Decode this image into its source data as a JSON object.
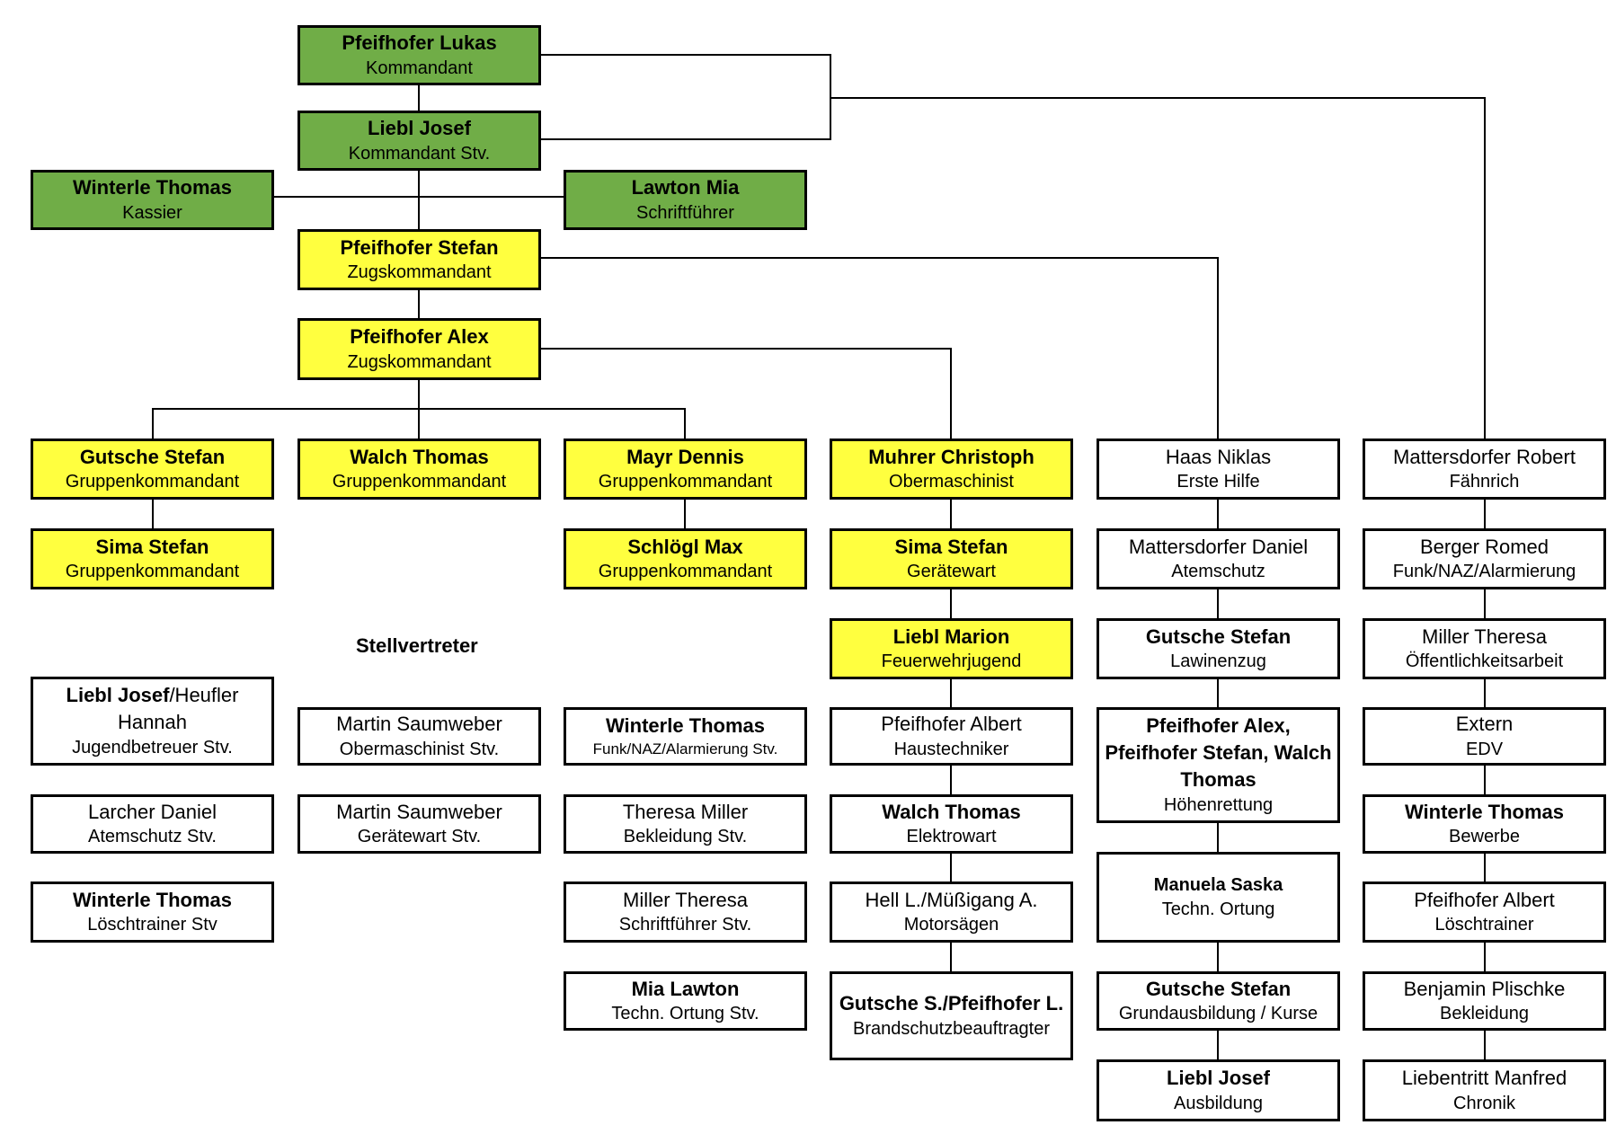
{
  "heading": "Stellvertreter",
  "nodes": {
    "kommandant": {
      "name": "Pfeifhofer Lukas",
      "role": "Kommandant"
    },
    "kommandant_stv": {
      "name": "Liebl Josef",
      "role": "Kommandant Stv."
    },
    "kassier": {
      "name": "Winterle Thomas",
      "role": "Kassier"
    },
    "schriftfuehrer": {
      "name": "Lawton Mia",
      "role": "Schriftführer"
    },
    "zug1": {
      "name": "Pfeifhofer Stefan",
      "role": "Zugskommandant"
    },
    "zug2": {
      "name": "Pfeifhofer Alex",
      "role": "Zugskommandant"
    },
    "gk1": {
      "name": "Gutsche Stefan",
      "role": "Gruppenkommandant"
    },
    "gk2": {
      "name": "Walch Thomas",
      "role": "Gruppenkommandant"
    },
    "gk3": {
      "name": "Mayr Dennis",
      "role": "Gruppenkommandant"
    },
    "gk4": {
      "name": "Sima Stefan",
      "role": "Gruppenkommandant"
    },
    "gk5": {
      "name": "Schlögl Max",
      "role": "Gruppenkommandant"
    },
    "obermaschinist": {
      "name": "Muhrer Christoph",
      "role": "Obermaschinist"
    },
    "geraetewart": {
      "name": "Sima Stefan",
      "role": "Gerätewart"
    },
    "feuerwehrjugend": {
      "name": "Liebl Marion",
      "role": "Feuerwehrjugend"
    },
    "haustechniker": {
      "name": "Pfeifhofer Albert",
      "role": "Haustechniker"
    },
    "elektrowart": {
      "name": "Walch Thomas",
      "role": "Elektrowart"
    },
    "motorsaegen": {
      "name": "Hell L./Müßigang A.",
      "role": "Motorsägen"
    },
    "brandschutz": {
      "name": "Gutsche S./Pfeifhofer L.",
      "role": "Brandschutzbeauftragter"
    },
    "erstehilfe": {
      "name": "Haas Niklas",
      "role": "Erste Hilfe"
    },
    "atemschutz": {
      "name": "Mattersdorfer Daniel",
      "role": "Atemschutz"
    },
    "lawinenzug": {
      "name": "Gutsche Stefan",
      "role": "Lawinenzug"
    },
    "hoehenrettung": {
      "name": "Pfeifhofer Alex, Pfeifhofer Stefan, Walch Thomas",
      "role": "Höhenrettung"
    },
    "ortung": {
      "name": "Manuela Saska",
      "role": "Techn. Ortung"
    },
    "grundausbildung": {
      "name": "Gutsche Stefan",
      "role": "Grundausbildung / Kurse"
    },
    "ausbildung": {
      "name": "Liebl Josef",
      "role": "Ausbildung"
    },
    "faehnrich": {
      "name": "Mattersdorfer Robert",
      "role": "Fähnrich"
    },
    "funk": {
      "name": "Berger Romed",
      "role": "Funk/NAZ/Alarmierung"
    },
    "oeffentlichkeit": {
      "name": "Miller Theresa",
      "role": "Öffentlichkeitsarbeit"
    },
    "edv": {
      "name": "Extern",
      "role": "EDV"
    },
    "bewerbe": {
      "name": "Winterle Thomas",
      "role": "Bewerbe"
    },
    "loeschtrainer": {
      "name": "Pfeifhofer Albert",
      "role": "Löschtrainer"
    },
    "bekleidung": {
      "name": "Benjamin Plischke",
      "role": "Bekleidung"
    },
    "chronik": {
      "name": "Liebentritt Manfred",
      "role": "Chronik"
    },
    "stv_jugend": {
      "name_bold": "Liebl Josef",
      "name_rest": "/Heufler Hannah",
      "role": "Jugendbetreuer Stv."
    },
    "stv_atemschutz": {
      "name": "Larcher Daniel",
      "role": "Atemschutz Stv."
    },
    "stv_loeschtrainer": {
      "name": "Winterle Thomas",
      "role": "Löschtrainer Stv"
    },
    "stv_obermaschinist": {
      "name": "Martin Saumweber",
      "role": "Obermaschinist Stv."
    },
    "stv_geraetewart": {
      "name": "Martin Saumweber",
      "role": "Gerätewart Stv."
    },
    "stv_funk": {
      "name": "Winterle Thomas",
      "role": "Funk/NAZ/Alarmierung Stv."
    },
    "stv_bekleidung": {
      "name": "Theresa Miller",
      "role": "Bekleidung Stv."
    },
    "stv_schriftfuehrer": {
      "name": "Miller Theresa",
      "role": "Schriftführer Stv."
    },
    "stv_ortung": {
      "name": "Mia Lawton",
      "role": "Techn. Ortung Stv."
    }
  }
}
